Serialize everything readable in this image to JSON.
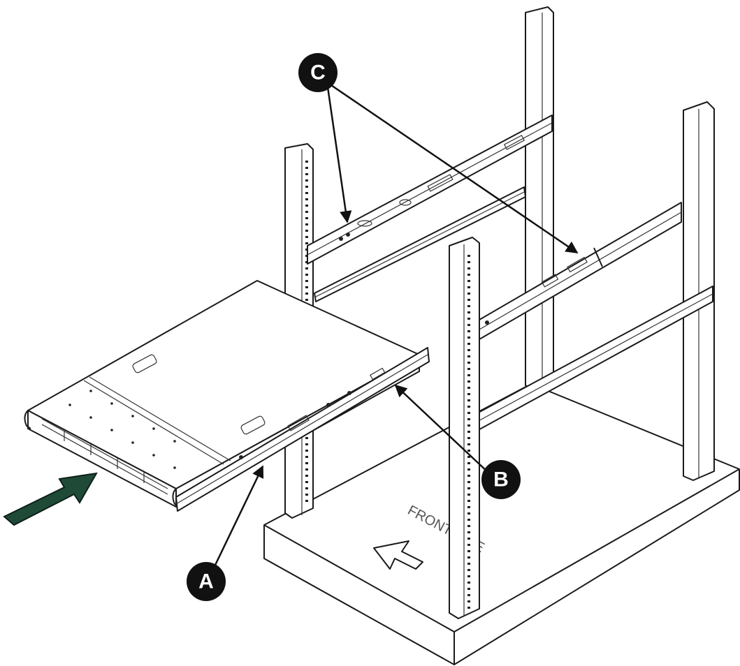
{
  "callouts": {
    "a": "A",
    "b": "B",
    "c": "C"
  },
  "floor_label": "FRONT SIDE",
  "colors": {
    "ink": "#1a1a1a",
    "push_arrow": "#1f4a37",
    "callout_fill": "#111111"
  }
}
